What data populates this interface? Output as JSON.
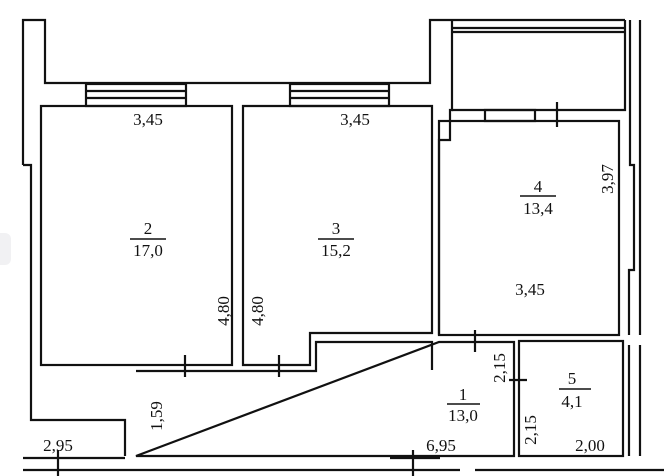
{
  "rooms": [
    {
      "number": "1",
      "area": "13,0"
    },
    {
      "number": "2",
      "area": "17,0"
    },
    {
      "number": "3",
      "area": "15,2"
    },
    {
      "number": "4",
      "area": "13,4"
    },
    {
      "number": "5",
      "area": "4,1"
    }
  ],
  "dimensions": {
    "room2_width": "3,45",
    "room3_width": "3,45",
    "room2_length": "4,80",
    "room3_length": "4,80",
    "room4_length": "3,97",
    "room4_width": "3,45",
    "corridor_height": "1,59",
    "corridor_width": "6,95",
    "left_width": "2,95",
    "room5_upper": "2,15",
    "room5_lower": "2,15",
    "room5_width": "2,00"
  }
}
